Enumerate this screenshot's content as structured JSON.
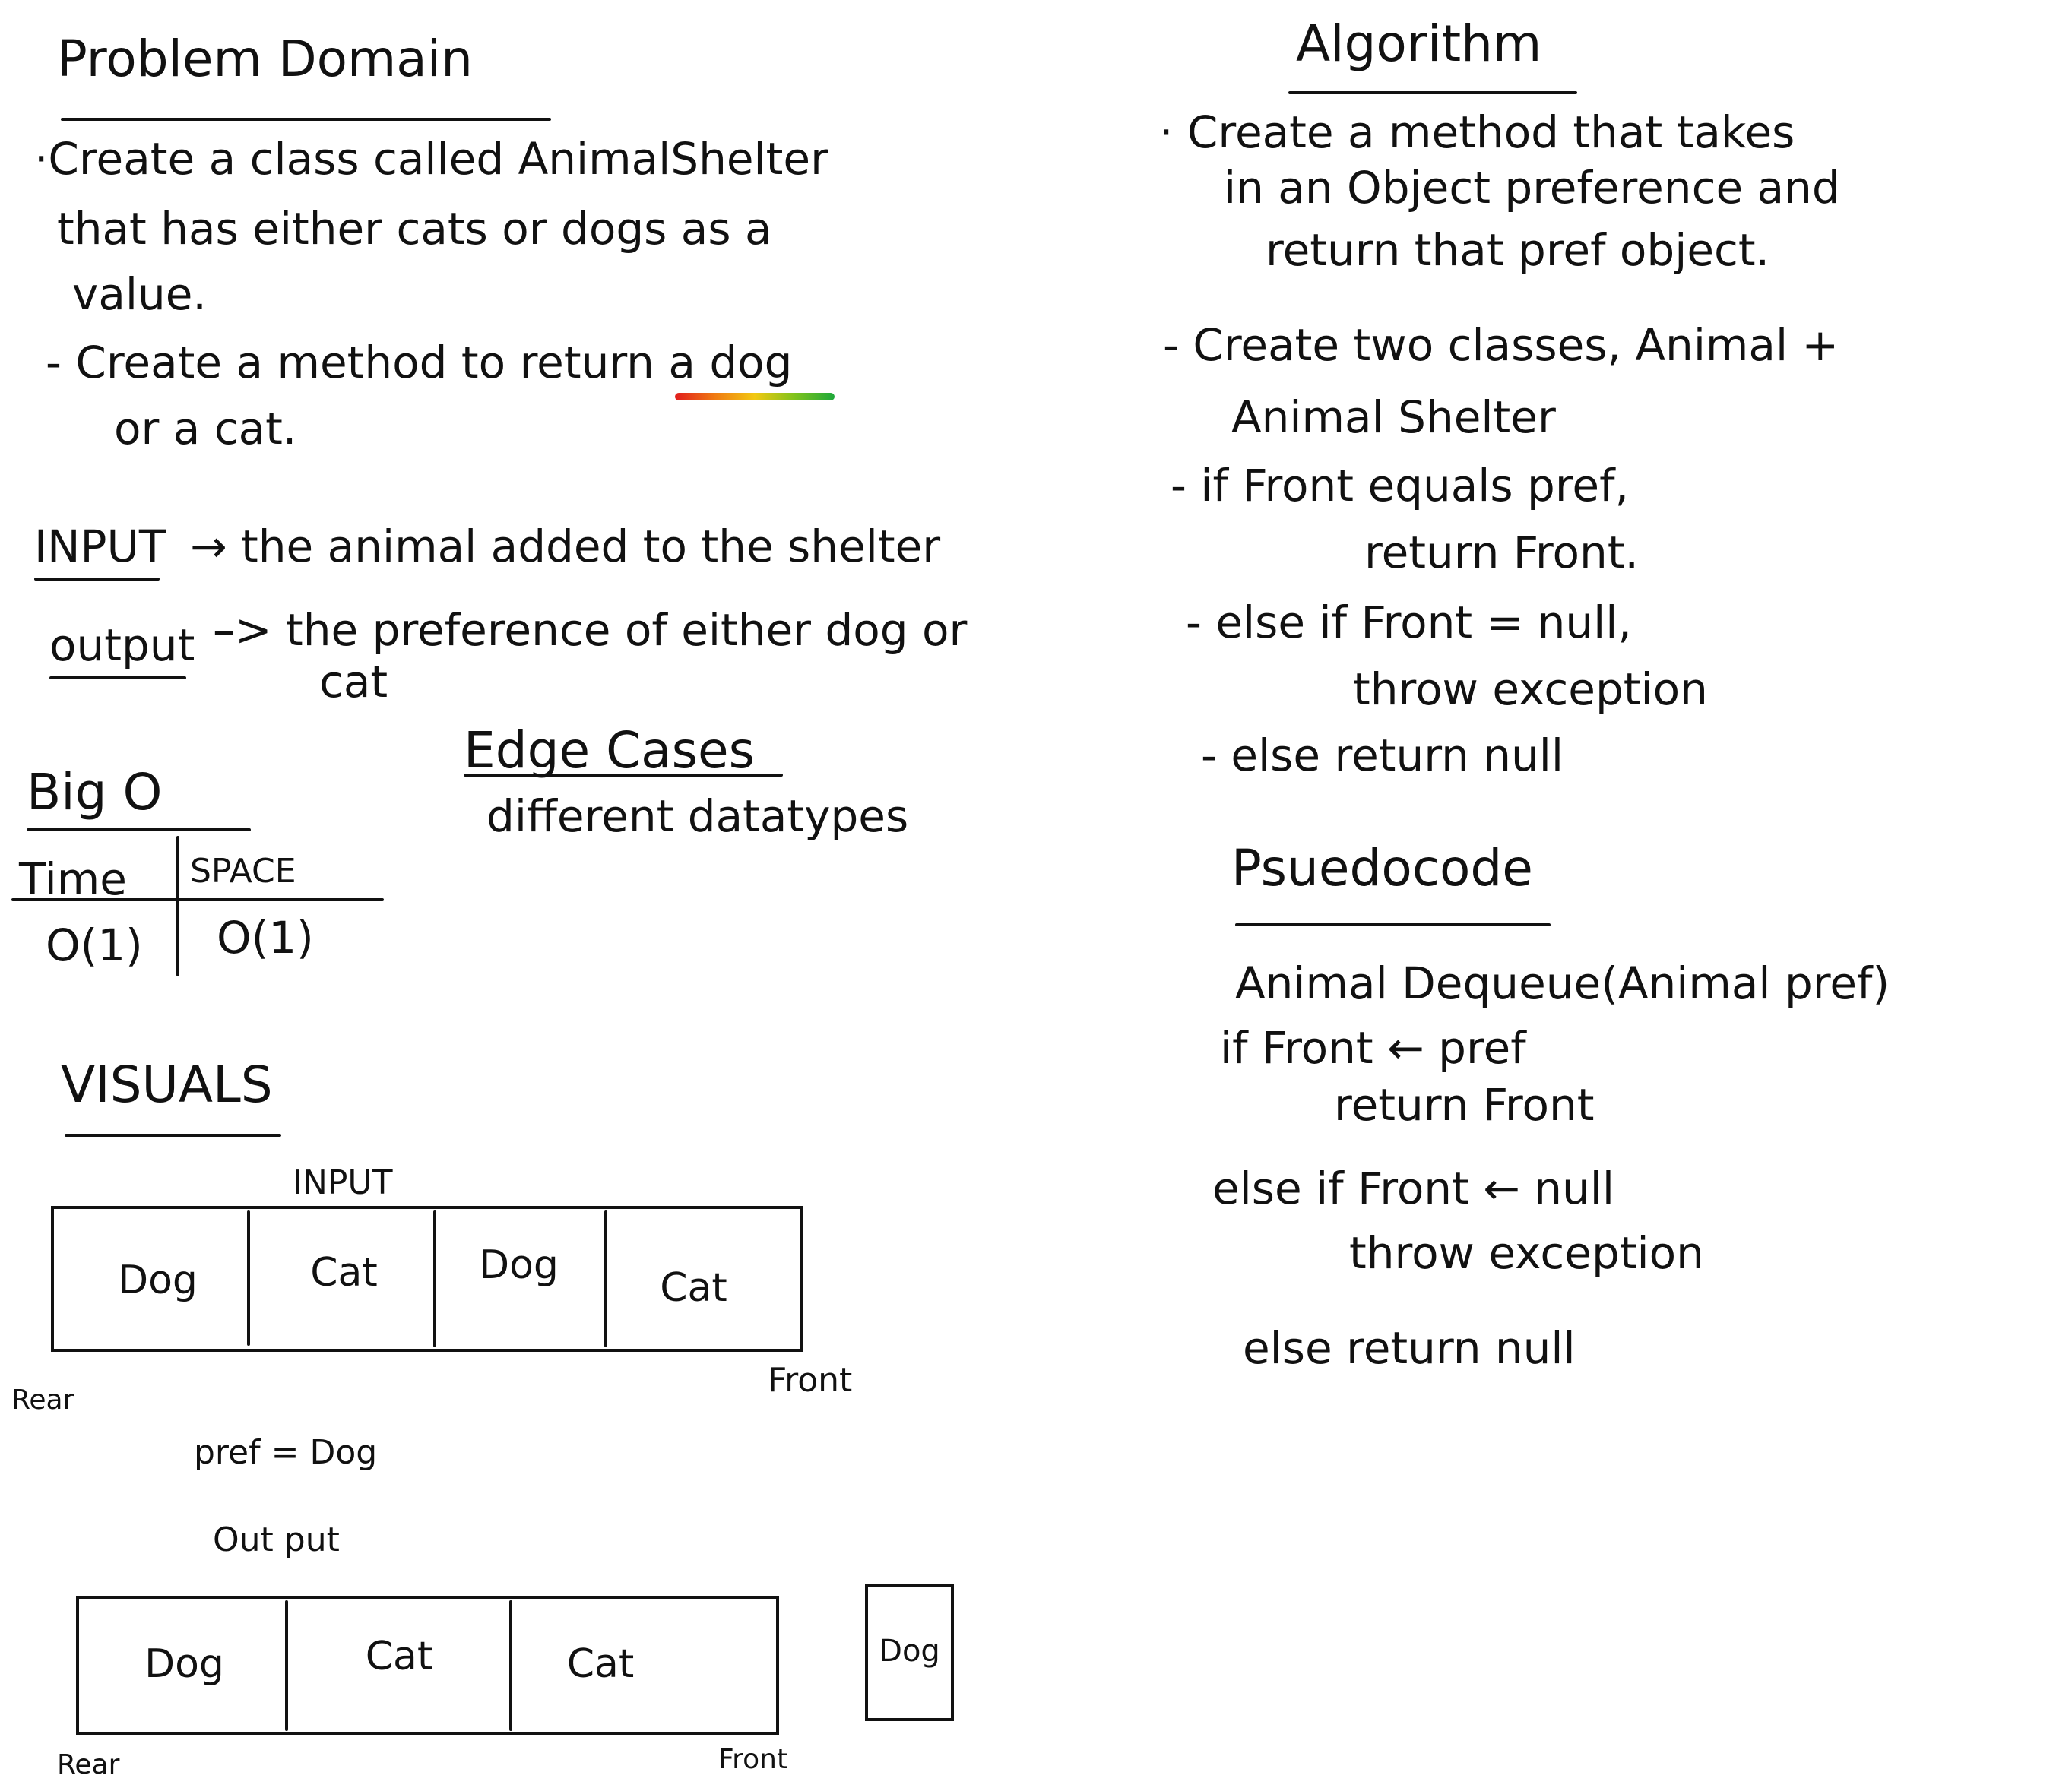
{
  "problem_domain": {
    "heading": "Problem Domain",
    "lines": [
      "·Create a class called AnimalShelter",
      "that has either cats or dogs as a",
      "value.",
      "- Create a method to return a dog",
      "or a cat."
    ]
  },
  "io": {
    "input_label": "INPUT",
    "input_text": "→ the animal added to the shelter",
    "output_label": "output",
    "output_text": "–> the preference of either dog or",
    "output_text_2": "cat"
  },
  "big_o": {
    "heading": "Big O",
    "time_header": "Time",
    "space_header": "SPACE",
    "time_value": "O(1)",
    "space_value": "O(1)"
  },
  "edge_cases": {
    "heading": "Edge Cases",
    "text": "different datatypes"
  },
  "visuals": {
    "heading": "VISUALS",
    "input_label": "INPUT",
    "queue_before": [
      "Dog",
      "Cat",
      "Dog",
      "Cat"
    ],
    "rear_label_1": "Rear",
    "front_label_1": "Front",
    "pref_label": "pref = Dog",
    "output_label": "Out put",
    "queue_after": [
      "Dog",
      "Cat",
      "Cat"
    ],
    "dequeued": "Dog",
    "rear_label_2": "Rear",
    "front_label_2": "Front"
  },
  "algorithm": {
    "heading": "Algorithm",
    "lines": [
      "· Create a method that takes",
      "in an Object preference and",
      "return that pref object.",
      "- Create two classes, Animal +",
      "Animal Shelter",
      "- if Front equals pref,",
      "return Front.",
      "- else if Front = null,",
      "throw exception",
      "- else return null"
    ]
  },
  "pseudocode": {
    "heading": "Psuedocode",
    "lines": [
      "Animal Dequeue(Animal pref)",
      "if Front ← pref",
      "return Front",
      "else if Front ← null",
      "throw exception",
      "else return null"
    ]
  }
}
